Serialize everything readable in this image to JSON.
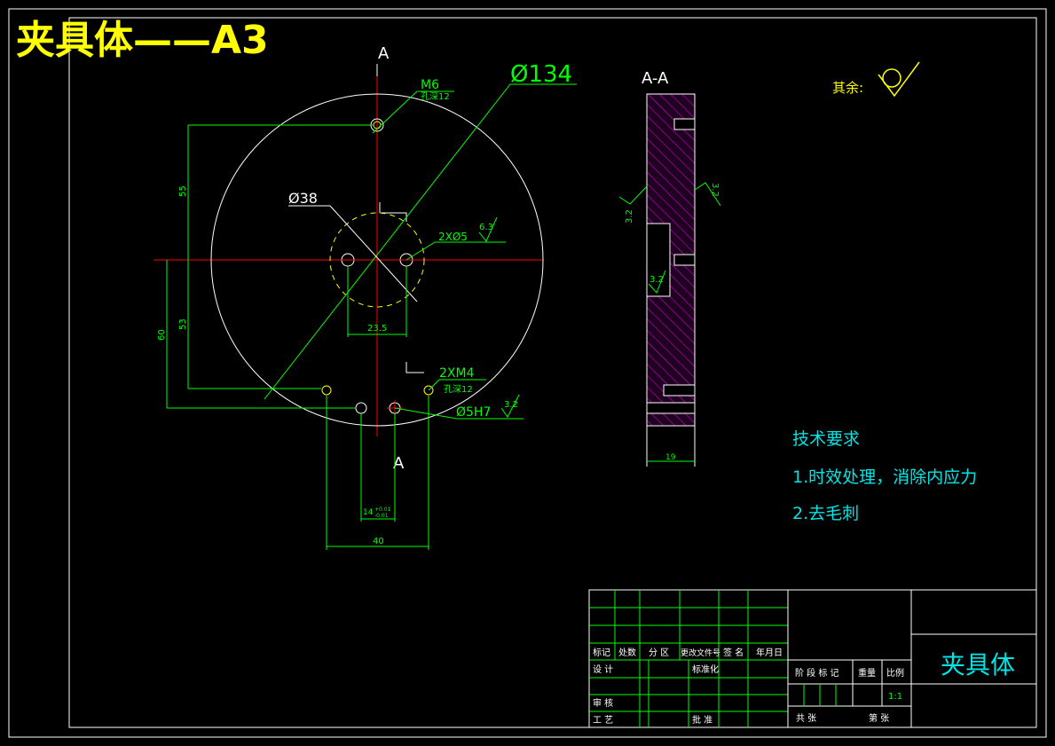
{
  "header": {
    "title": "夹具体——A3"
  },
  "colors": {
    "white": "#ffffff",
    "green": "#00ff00",
    "red": "#ff0000",
    "yellow": "#ffff00",
    "cyan": "#00e5e5",
    "magenta": "#ff00ff",
    "hatch": "#b000b0"
  },
  "views": {
    "section_label_top": "A",
    "section_label_bottom": "A",
    "section_title": "A-A",
    "dims": {
      "outer_dia": "Ø134",
      "center_dia": "Ø38",
      "m6": "M6",
      "m6_depth": "孔深12",
      "holes_2x5": "2XØ5",
      "rough_63": "6.3",
      "d55": "55",
      "d53": "53",
      "d60": "60",
      "d235": "23.5",
      "m4": "2XM4",
      "m4_depth": "孔深12",
      "h7": "Ø5H7",
      "rough_32a": "3.2",
      "d14": "14",
      "tol_plus": "+0.01",
      "tol_minus": "-0.01",
      "d40": "40",
      "sec_32_left": "3.2",
      "sec_32_mid": "3.2",
      "sec_32_right": "3.2",
      "sec_19": "19"
    }
  },
  "surface_note": {
    "label": "其余:"
  },
  "tech": {
    "heading": "技术要求",
    "item1": "1.时效处理，消除内应力",
    "item2": "2.去毛刺"
  },
  "title_block": {
    "part_name": "夹具体",
    "h_mark": "标记",
    "h_count": "处数",
    "h_zone": "分 区",
    "h_doc": "更改文件号",
    "h_sign": "签 名",
    "h_date": "年月日",
    "design": "设 计",
    "standard": "标准化",
    "review": "审 核",
    "process": "工 艺",
    "approve": "批 准",
    "stage": "阶 段 标 记",
    "weight": "重量",
    "scale_label": "比例",
    "scale": "1:1",
    "total": "共    张",
    "sheet": "第    张"
  }
}
